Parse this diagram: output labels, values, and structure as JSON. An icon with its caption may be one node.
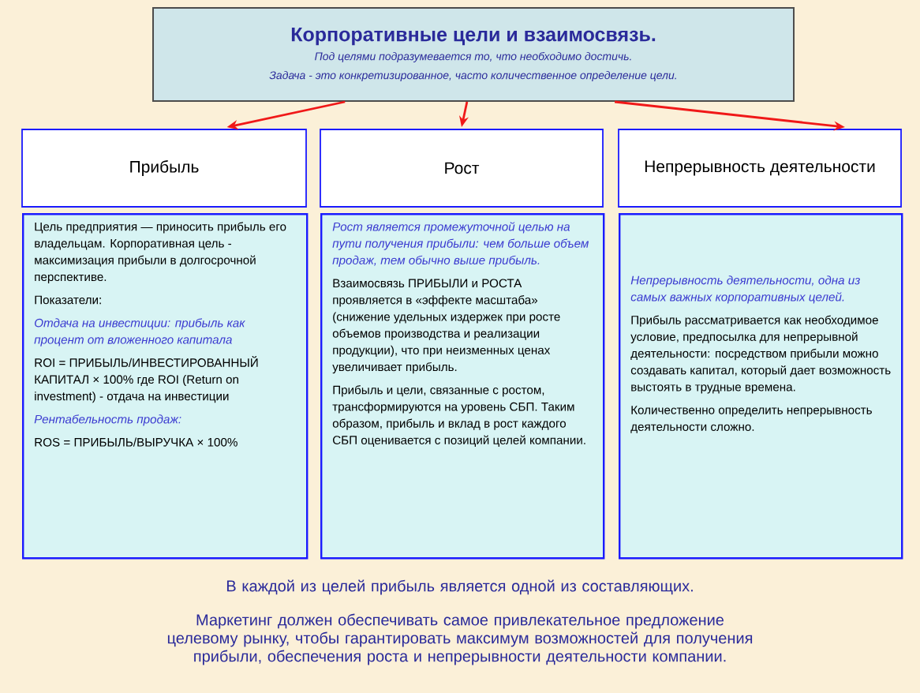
{
  "diagram": {
    "nodes": [
      {
        "text": [
          "Корпоративные цели и взаимосвязь.",
          "Под целями подразумевается то, что необходимо достичь.",
          "Задача - это конкретизированное, часто количественное определение цели."
        ]
      },
      {
        "text": [
          "Прибыль"
        ]
      },
      {
        "text": [
          "Рост"
        ]
      },
      {
        "text": [
          "Непрерывность деятельности"
        ]
      },
      {
        "text": [
          "Цель предприятия — приносить прибыль его владельцам. Корпоративная цель - максимизация прибыли в долгосрочной перспективе.",
          "Показатели:",
          "Отдача на инвестиции: прибыль как процент от вложенного капитала",
          "ROI = ПРИБЫЛЬ/ИНВЕСТИРОВАННЫЙ КАПИТАЛ × 100% где ROI (Return on investment) - отдача на инвестиции",
          "Рентабельность продаж:",
          "ROS = ПРИБЫЛЬ/ВЫРУЧКА × 100%"
        ]
      },
      {
        "text": [
          "Рост является промежуточной целью на пути получения прибыли: чем больше объем продаж, тем обычно выше прибыль.",
          "Взаимосвязь ПРИБЫЛИ и РОСТА проявляется в «эффекте масштаба» (снижение удельных издержек при росте объемов производства и реализации продукции), что при неизменных ценах увеличивает прибыль.",
          "Прибыль и цели, связанные с ростом, трансформируются на уровень СБП. Таким образом, прибыль и вклад в рост каждого СБП оценивается с позиций целей компании."
        ]
      },
      {
        "text": [
          "Непрерывность деятельности, одна из самых важных корпоративных целей.",
          "Прибыль рассматривается как необходимое условие, предпосылка для непрерывной деятельности: посредством прибыли можно создавать капитал, который дает возможность выстоять в трудные времена.",
          "Количественно определить непрерывность деятельности сложно."
        ]
      }
    ],
    "edges": [
      {
        "from": 0,
        "to": 1,
        "arrow": "to"
      },
      {
        "from": 0,
        "to": 2,
        "arrow": "to"
      },
      {
        "from": 0,
        "to": 3,
        "arrow": "to"
      }
    ],
    "labels": [
      "В каждой из целей прибыль является одной из составляющих.",
      "Маркетинг должен обеспечивать самое привлекательное предложение целевому рынку, чтобы гарантировать максимум возможностей для получения прибыли, обеспечения роста и непрерывности деятельности компании."
    ]
  }
}
